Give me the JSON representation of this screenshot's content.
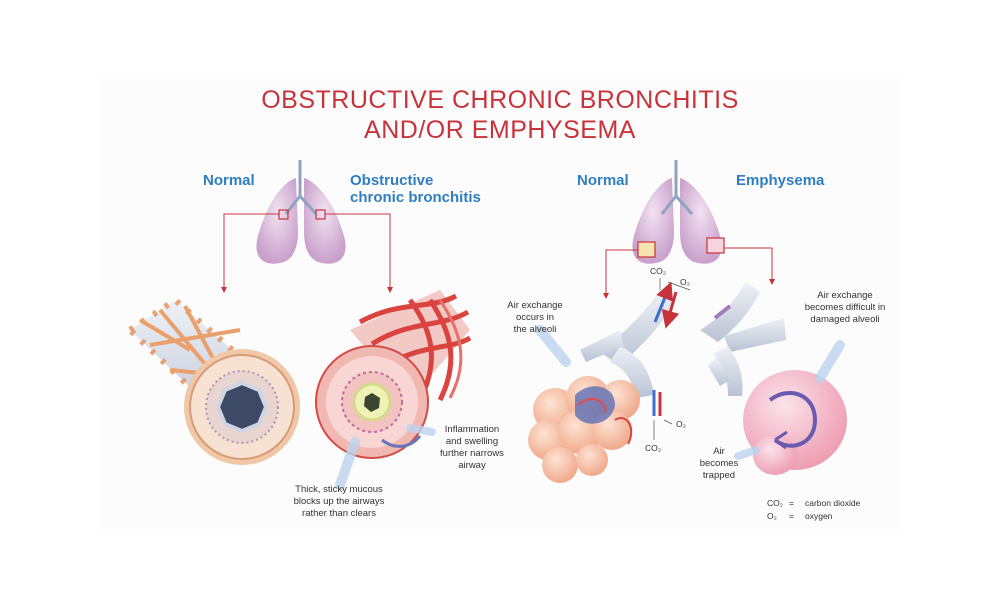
{
  "title": {
    "line1": "OBSTRUCTIVE CHRONIC BRONCHITIS",
    "line2": "AND/OR EMPHYSEMA"
  },
  "left_panel": {
    "normal_label": "Normal",
    "disease_label_line1": "Obstructive",
    "disease_label_line2": "chronic bronchitis",
    "mucus_caption": [
      "Thick, sticky mucous",
      "blocks up the airways",
      "rather than clears"
    ],
    "inflammation_caption": [
      "Inflammation",
      "and swelling",
      "further narrows",
      "airway"
    ]
  },
  "right_panel": {
    "normal_label": "Normal",
    "disease_label": "Emphysema",
    "air_exchange_caption": [
      "Air exchange",
      "occurs in",
      "the alveoli"
    ],
    "difficult_caption": [
      "Air exchange",
      "becomes difficult in",
      "damaged alveoli"
    ],
    "trapped_caption": [
      "Air",
      "becomes",
      "trapped"
    ],
    "co2_top": "CO₂",
    "o2_top": "O₂",
    "co2_bottom": "CO₂",
    "o2_bottom": "O₂"
  },
  "legend": {
    "co2_symbol": "CO₂",
    "co2_eq": "=",
    "co2_text": "carbon dioxide",
    "o2_symbol": "O₂",
    "o2_eq": "=",
    "o2_text": "oxygen"
  },
  "colors": {
    "title": "#c8333b",
    "label": "#2f7fc0",
    "arrow": "#c8333b",
    "lung": "#d7b5d8"
  }
}
